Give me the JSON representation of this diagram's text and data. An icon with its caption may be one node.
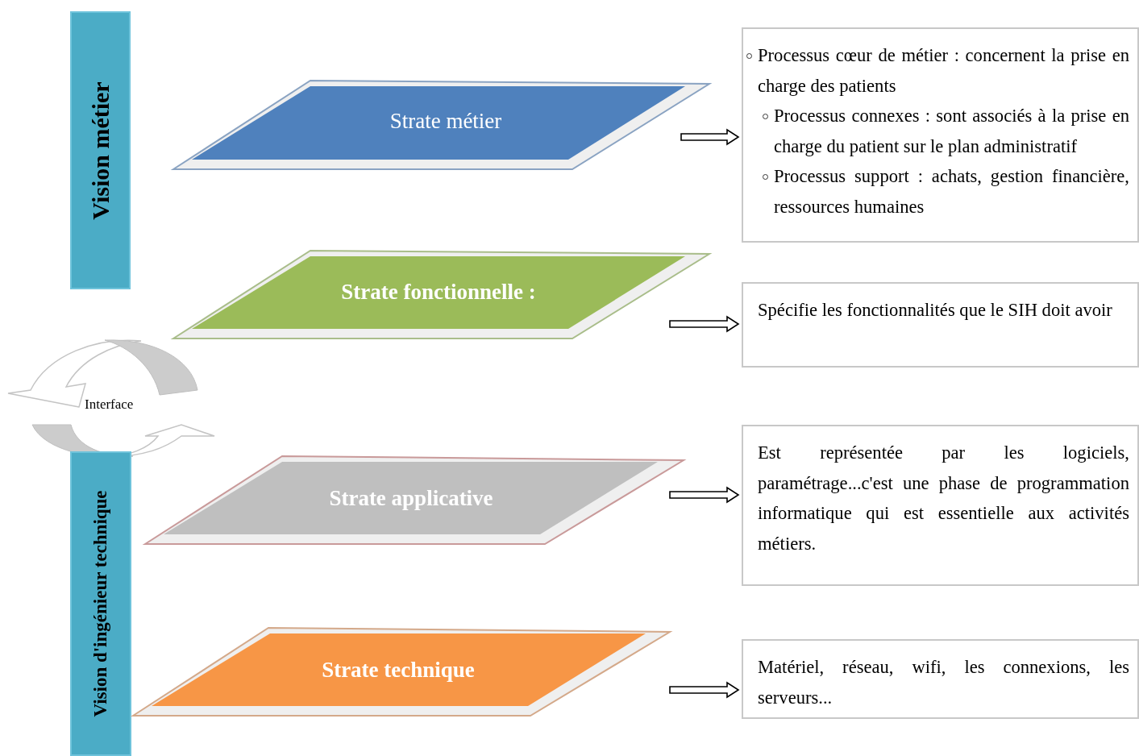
{
  "diagram": {
    "nodes": [
      {
        "text": [
          "Vision métier"
        ]
      },
      {
        "text": [
          "Vision d'ingénieur technique"
        ]
      },
      {
        "text": [
          "Strate métier"
        ]
      },
      {
        "text": [
          "Processus cœur de métier : concernent la prise en charge des patients",
          "Processus connexes : sont associés à la prise en charge du patient sur le plan administratif",
          "Processus support : achats, gestion financière, ressources humaines"
        ]
      },
      {
        "text": [
          "Strate fonctionnelle :"
        ]
      },
      {
        "text": [
          "Spécifie les fonctionnalités que le SIH doit avoir"
        ]
      },
      {
        "text": [
          "Strate applicative"
        ]
      },
      {
        "text": [
          "Est représentée par les logiciels, paramétrage...c'est une phase de programmation informatique qui est essentielle aux activités métiers."
        ]
      },
      {
        "text": [
          "Strate technique"
        ]
      },
      {
        "text": [
          "Matériel, réseau, wifi, les connexions, les serveurs..."
        ]
      }
    ],
    "edges": [
      {
        "from": 2,
        "to": 3,
        "arrow": "to"
      },
      {
        "from": 4,
        "to": 5,
        "arrow": "to"
      },
      {
        "from": 6,
        "to": 7,
        "arrow": "to"
      },
      {
        "from": 8,
        "to": 9,
        "arrow": "to"
      }
    ],
    "labels": [
      "Interface"
    ]
  }
}
